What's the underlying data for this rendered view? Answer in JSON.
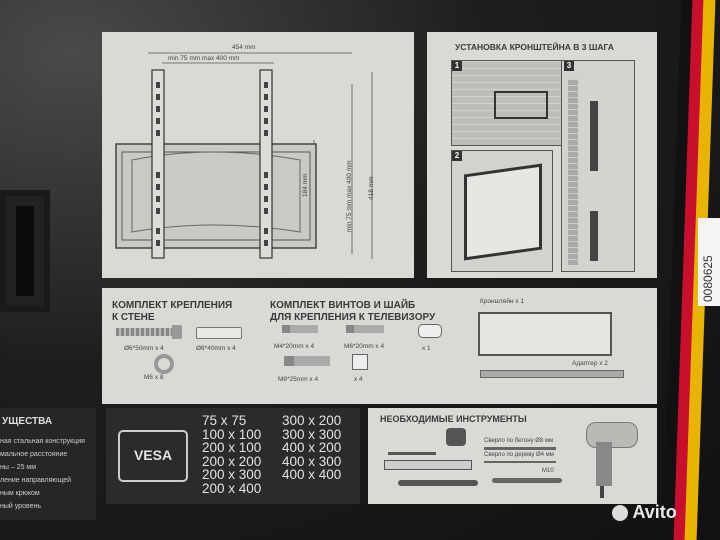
{
  "bracket_diagram": {
    "width_total": "454 mm",
    "width_range": "min 75 mm max 400 mm",
    "height_inner": "184 mm",
    "height_range": "min 75 mm max 400 mm",
    "height_total": "418 mm"
  },
  "install_steps": {
    "title": "УСТАНОВКА КРОНШТЕЙНА В 3 ШАГА",
    "steps": [
      "1",
      "2",
      "3"
    ]
  },
  "wall_kit": {
    "title_line1": "КОМПЛЕКТ КРЕПЛЕНИЯ",
    "title_line2": "К СТЕНЕ",
    "items": [
      {
        "label": "Ø6*50mm x 4"
      },
      {
        "label": "Ø8*40mm x 4"
      },
      {
        "label": "M6",
        "qty": "x 8"
      }
    ]
  },
  "tv_kit": {
    "title_line1": "КОМПЛЕКТ ВИНТОВ И ШАЙБ",
    "title_line2": "ДЛЯ КРЕПЛЕНИЯ К ТЕЛЕВИЗОРУ",
    "items": [
      {
        "label": "M4*20mm x 4"
      },
      {
        "label": "M6*20mm x 4"
      },
      {
        "label": "x 1"
      },
      {
        "label": "M8*25mm x 4"
      },
      {
        "label": "x 4"
      }
    ]
  },
  "contents": {
    "bracket": "Кронштейн x 1",
    "adapter": "Адаптер x 2"
  },
  "features": {
    "title": "УЩЕСТВА",
    "lines": [
      "ная стальная конструкция",
      "мальное расстояние",
      "ны – 25 мм",
      "ление направляющей",
      "ным крюком",
      "ный уровень"
    ]
  },
  "vesa": {
    "badge": "VESA",
    "col1": [
      "75 x 75",
      "100 x 100",
      "200 x 100",
      "200 x 200",
      "200 x 300",
      "200 x 400"
    ],
    "col2": [
      "300 x 200",
      "300 x 300",
      "400 x 200",
      "400 x 300",
      "400 x 400"
    ]
  },
  "tools": {
    "title": "НЕОБХОДИМЫЕ ИНСТРУМЕНТЫ",
    "drill_concrete": "Сверло по бетону Ø8 мм",
    "drill_wood": "Сверло по дереву Ø4 мм",
    "wrench": "M10"
  },
  "sticker": "0080625",
  "watermark": "Avito",
  "colors": {
    "panel": "#d9d9d6",
    "dark_panel": "#2c2c2c",
    "flag_black": "#111111",
    "flag_red": "#c8102e",
    "flag_gold": "#e8b400"
  }
}
